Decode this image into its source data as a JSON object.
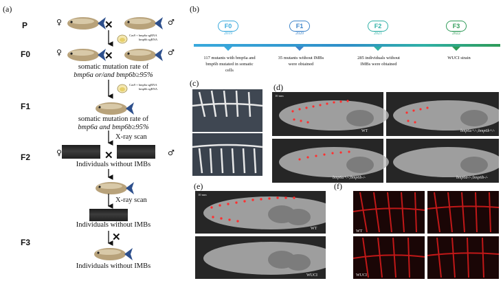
{
  "panel_labels": [
    "(a)",
    "(b)",
    "(c)",
    "(d)",
    "(e)",
    "(f)"
  ],
  "panel_a": {
    "generations": [
      "P",
      "F0",
      "F1",
      "F2",
      "F3"
    ],
    "female_symbol": "♀",
    "male_symbol": "♂",
    "cross_symbol": "✕",
    "injection_label_line1": "Cas9 + bmp6a sgRNA",
    "injection_label_line2": "bmp6b sgRNA",
    "f0_text_line1": "somatic mutation rate of",
    "f0_text_line2": "bmp6a or/and bmp6b≥95%",
    "f1_text_line1": "somatic mutation rate of",
    "f1_text_line2": "bmp6a and bmp6b≥95%",
    "xray_scan_1": "X-ray scan",
    "f2_text": "Individuals without IMBs",
    "xray_scan_2": "X-ray scan",
    "after_scan_text": "Individuals without IMBs",
    "f3_text": "Individuals without IMBs"
  },
  "panel_b": {
    "milestones": [
      {
        "label": "F0",
        "year": "2019",
        "text_line1": "117 mutants with bmp6a and",
        "text_line2": "bmp6b mutated in somatic",
        "text_line3": "cells",
        "color": "#39a9dc"
      },
      {
        "label": "F1",
        "year": "2020",
        "text_line1": "35 mutants without IMBs",
        "text_line2": "were obtained",
        "text_line3": "",
        "color": "#3d84c9"
      },
      {
        "label": "F2",
        "year": "2021",
        "text_line1": "285 individuals without",
        "text_line2": "IMBs were obtained",
        "text_line3": "",
        "color": "#2fb0a6"
      },
      {
        "label": "F3",
        "year": "2022",
        "text_line1": "WUCI strain",
        "text_line2": "",
        "text_line3": "",
        "color": "#2e9b58"
      }
    ]
  },
  "panel_d": {
    "labels": [
      "WT",
      "bmp6a+/-;bmp6b+/-",
      "bmp6a+/-;bmp6b-/-",
      "bmp6a-/-;bmp6b-/-"
    ],
    "scale": "10 mm"
  },
  "panel_e": {
    "labels": [
      "WT",
      "WUCI"
    ],
    "scale": "10 mm"
  },
  "panel_f": {
    "labels": [
      "WT",
      "WUCI"
    ]
  },
  "colors": {
    "marker": "#ff3030",
    "fluorescence": "#d41a1a",
    "timeline_f0": "#39a9dc",
    "timeline_f3": "#2e9b58"
  }
}
